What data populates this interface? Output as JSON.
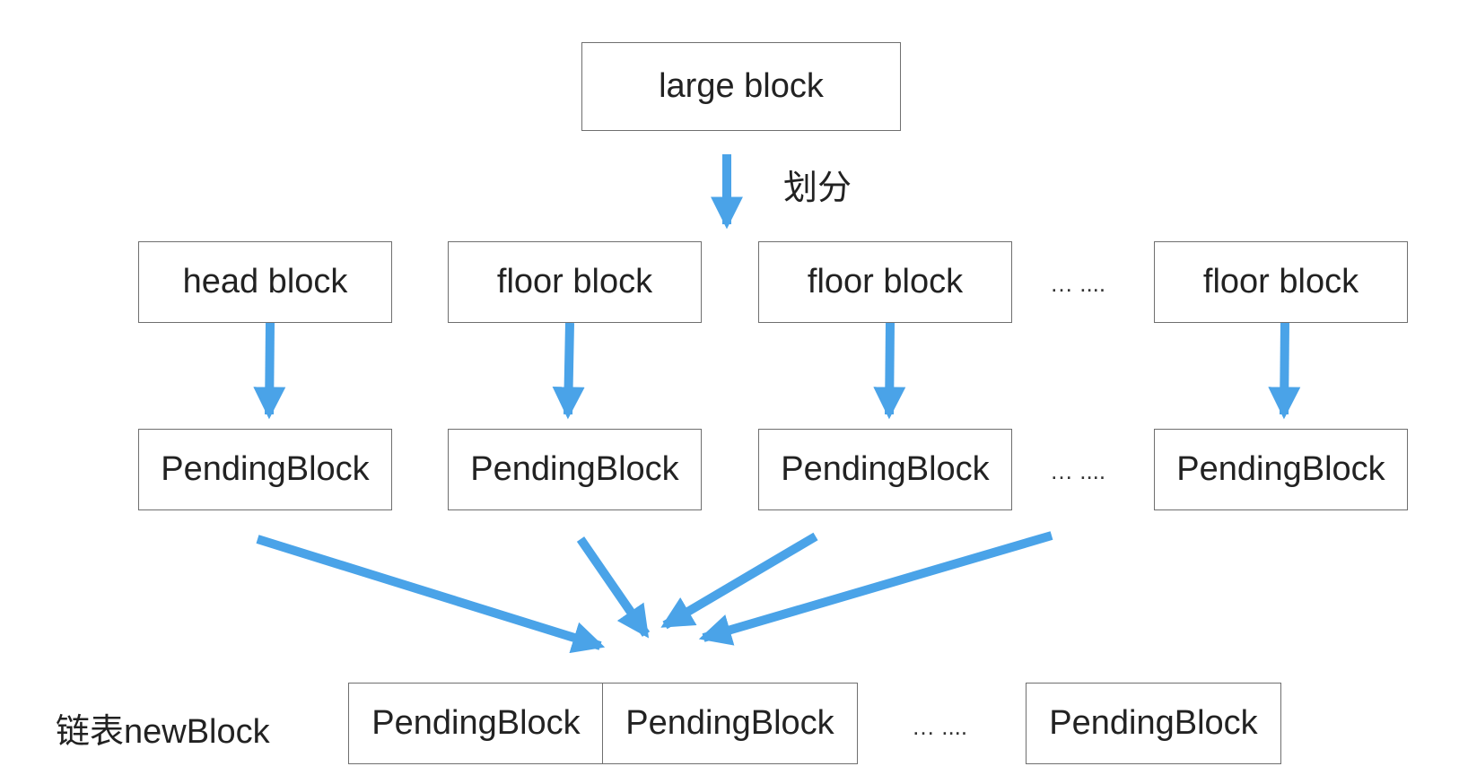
{
  "diagram": {
    "top": {
      "label": "large block"
    },
    "split_label": "划分",
    "row1": {
      "boxes": [
        "head block",
        "floor block",
        "floor block",
        "floor block"
      ],
      "ellipsis": "… ...."
    },
    "row2": {
      "boxes": [
        "PendingBlock",
        "PendingBlock",
        "PendingBlock",
        "PendingBlock"
      ],
      "ellipsis": "… ...."
    },
    "list": {
      "label": "链表newBlock",
      "boxes": [
        "PendingBlock",
        "PendingBlock",
        "PendingBlock"
      ],
      "ellipsis": "… ...."
    },
    "colors": {
      "arrow": "#4aa3e8",
      "border": "#6f6f6f"
    }
  }
}
